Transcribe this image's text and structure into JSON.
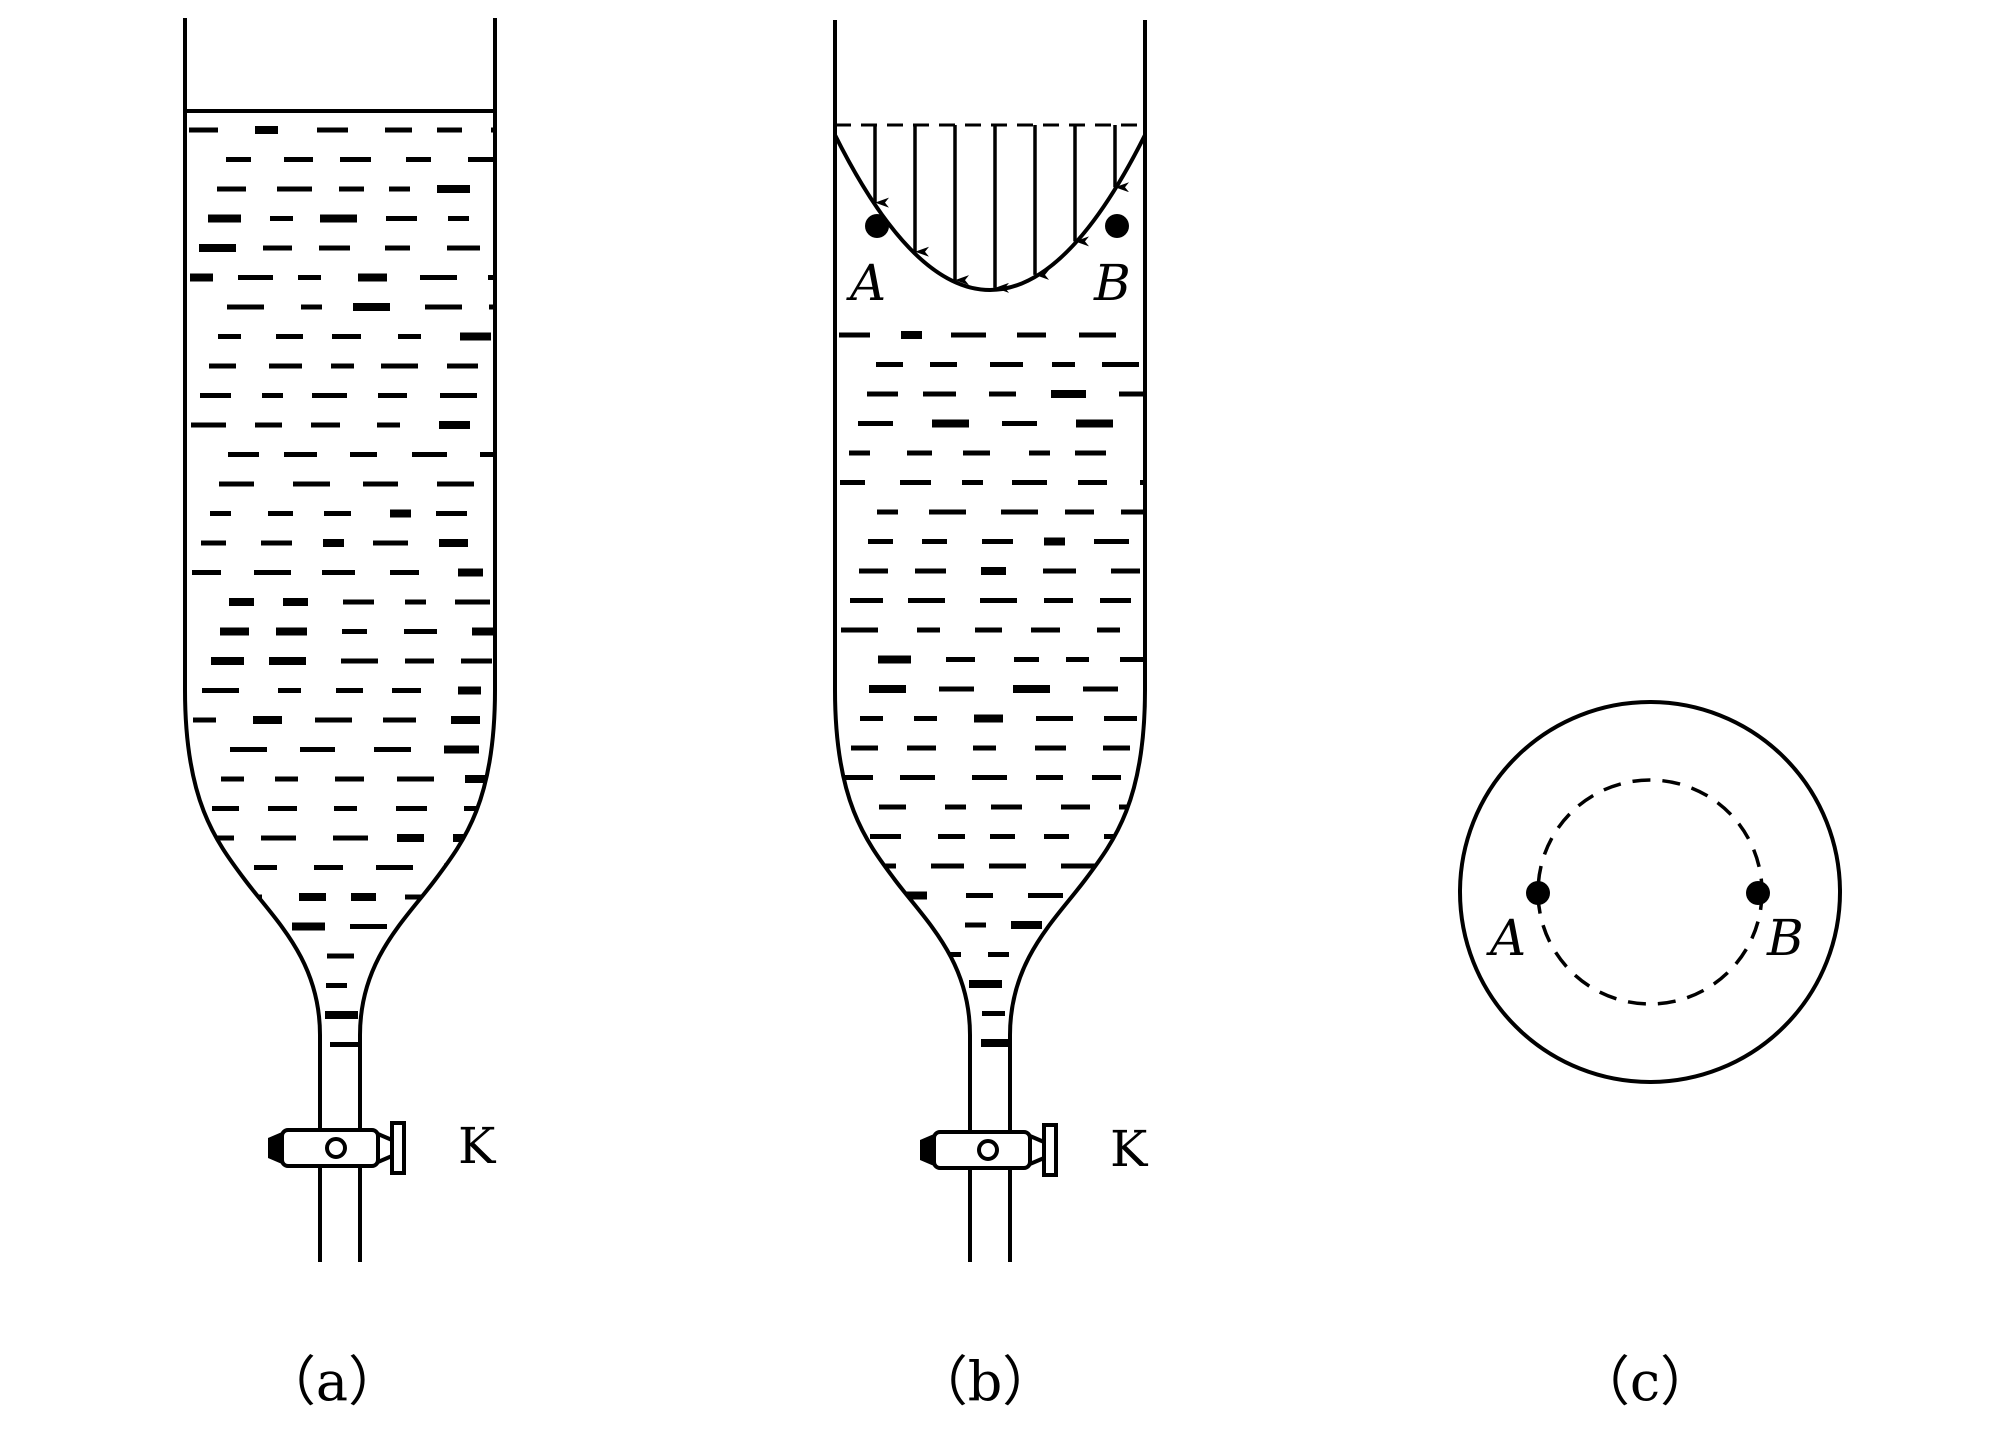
{
  "figures": [
    {
      "id": "a",
      "caption": "（a）",
      "valve_label": "K"
    },
    {
      "id": "b",
      "caption": "（b）",
      "valve_label": "K",
      "point_a_label": "A",
      "point_b_label": "B"
    },
    {
      "id": "c",
      "caption": "（c）",
      "point_a_label": "A",
      "point_b_label": "B"
    }
  ],
  "colors": {
    "ink": "#000000",
    "background": "#ffffff"
  }
}
